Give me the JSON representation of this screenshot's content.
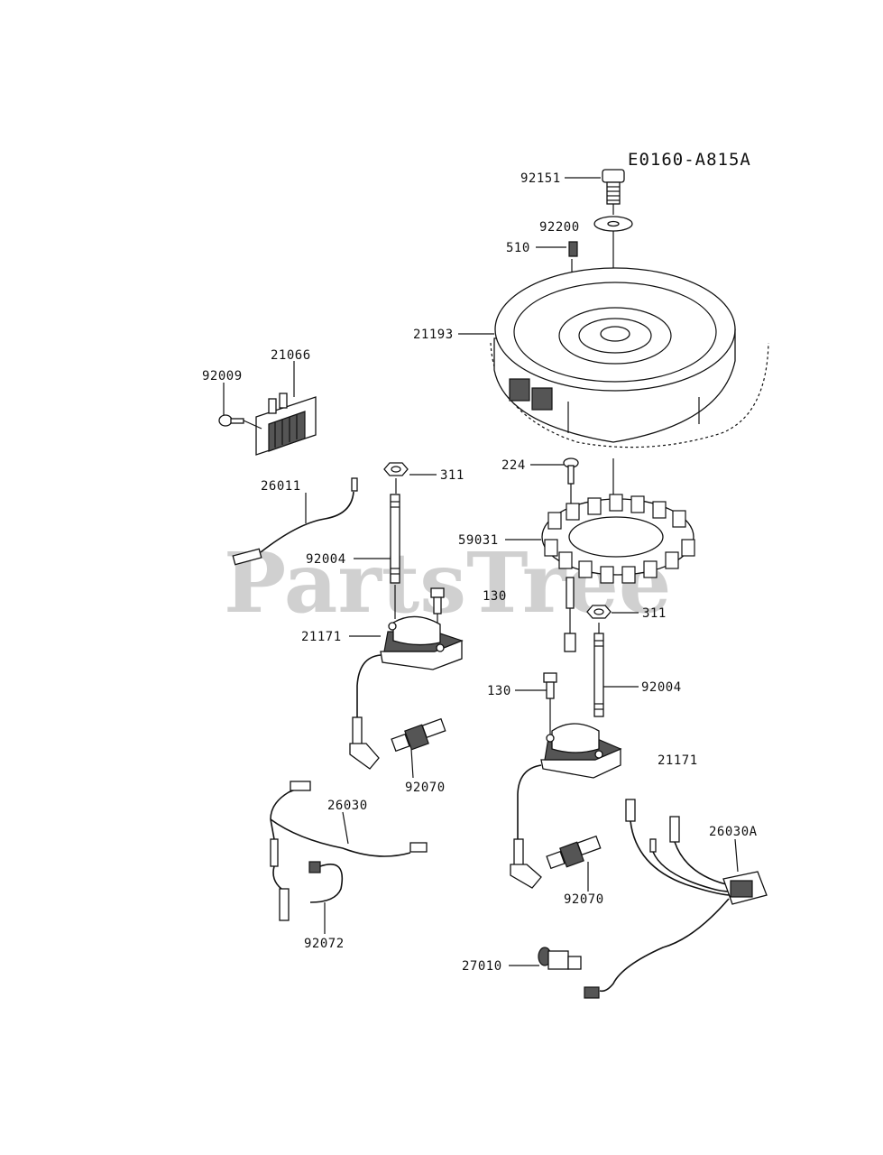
{
  "diagram_code": "E0160-A815A",
  "watermark": "PartsTree",
  "labels": {
    "p92151": "92151",
    "p92200": "92200",
    "p510": "510",
    "p21193": "21193",
    "p21066": "21066",
    "p92009": "92009",
    "p311_left": "311",
    "p224": "224",
    "p26011": "26011",
    "p59031": "59031",
    "p92004_left": "92004",
    "p130_upper": "130",
    "p311_right": "311",
    "p21171_left": "21171",
    "p130_lower": "130",
    "p92004_right": "92004",
    "p92070_left": "92070",
    "p21171_right": "21171",
    "p26030": "26030",
    "p26030A": "26030A",
    "p92072": "92072",
    "p92070_right": "92070",
    "p27010": "27010"
  }
}
